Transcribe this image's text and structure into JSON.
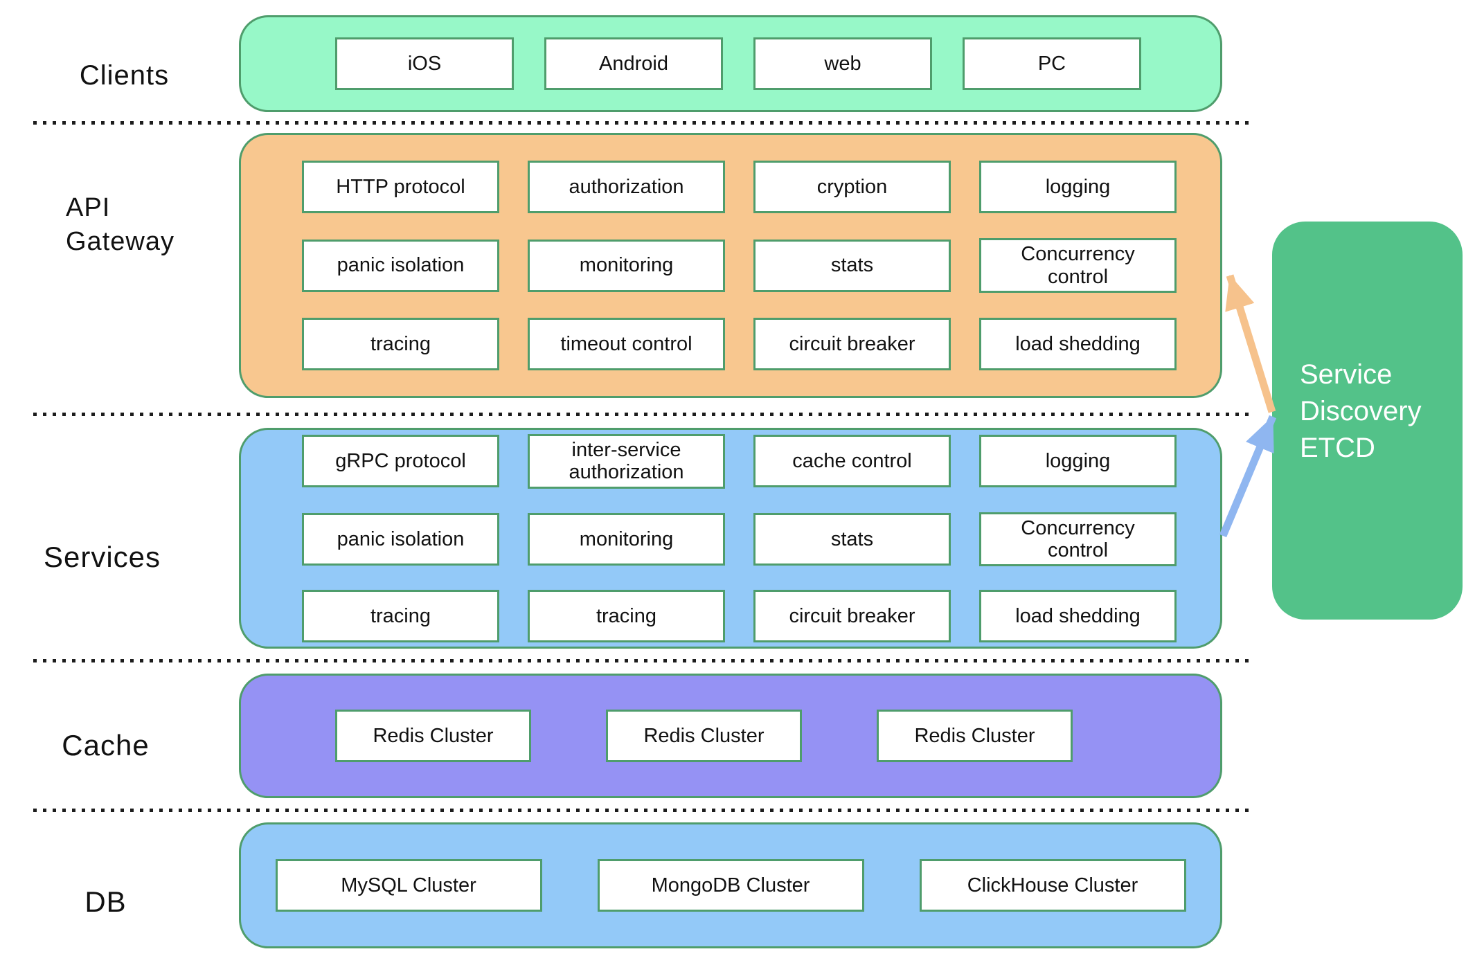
{
  "diagram": {
    "border_color": "#4f9d6c",
    "layers": [
      {
        "id": "clients",
        "label": "Clients",
        "color": "#97f8c8",
        "items": [
          "iOS",
          "Android",
          "web",
          "PC"
        ]
      },
      {
        "id": "api-gateway",
        "label": "API Gateway",
        "label_lines": [
          "API",
          "Gateway"
        ],
        "color": "#f8c78f",
        "items": [
          "HTTP protocol",
          "authorization",
          "cryption",
          "logging",
          "panic isolation",
          "monitoring",
          "stats",
          "Concurrency control",
          "tracing",
          "timeout control",
          "circuit breaker",
          "load shedding"
        ]
      },
      {
        "id": "services",
        "label": "Services",
        "color": "#93c9f8",
        "items": [
          "gRPC protocol",
          "inter-service authorization",
          "cache control",
          "logging",
          "panic isolation",
          "monitoring",
          "stats",
          "Concurrency control",
          "tracing",
          "tracing",
          "circuit breaker",
          "load shedding"
        ]
      },
      {
        "id": "cache",
        "label": "Cache",
        "color": "#9592f4",
        "items": [
          "Redis Cluster",
          "Redis Cluster",
          "Redis Cluster"
        ]
      },
      {
        "id": "db",
        "label": "DB",
        "color": "#93c9f8",
        "items": [
          "MySQL Cluster",
          "MongoDB Cluster",
          "ClickHouse Cluster"
        ]
      }
    ],
    "etcd": {
      "lines": [
        "Service",
        "Discovery",
        "ETCD"
      ],
      "color": "#53c289",
      "text_color": "#ffffff"
    },
    "arrows": [
      {
        "name": "etcd-to-api-gateway",
        "color": "#f6c28c"
      },
      {
        "name": "services-to-etcd",
        "color": "#8fb6f0"
      }
    ]
  }
}
